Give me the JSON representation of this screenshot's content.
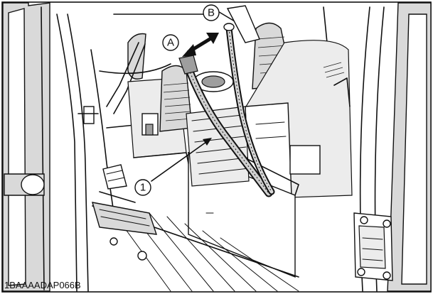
{
  "figure": {
    "image_code": "1BAAAADAP066B",
    "callouts": {
      "a": "A",
      "b": "B",
      "one": "1"
    }
  }
}
